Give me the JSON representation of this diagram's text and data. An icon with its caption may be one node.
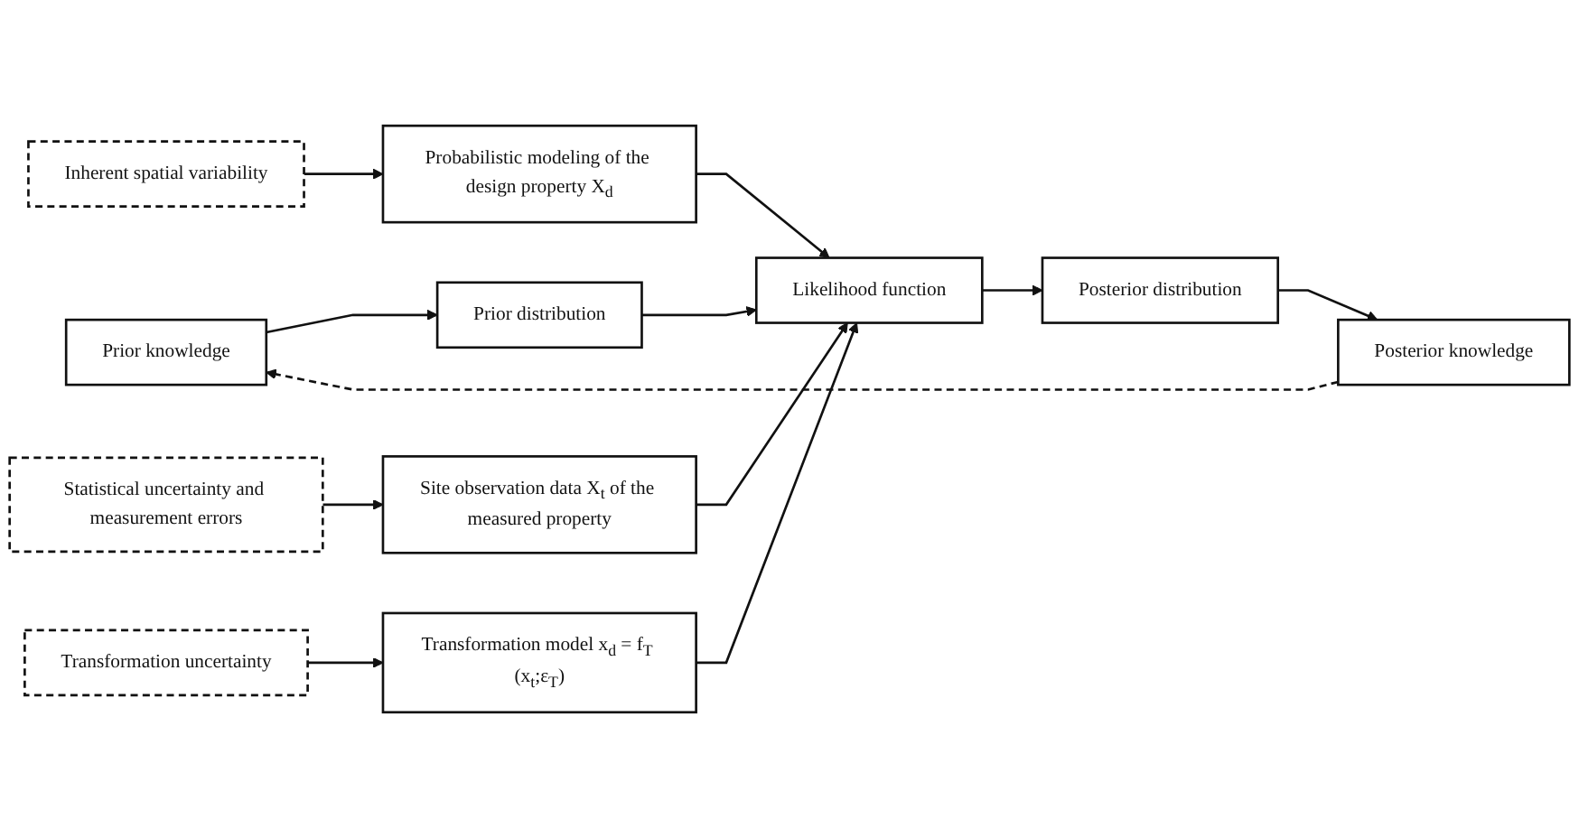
{
  "diagram": {
    "nodes": [
      {
        "text": [
          "Prior knowledge"
        ]
      },
      {
        "text": [
          "Prior distribution"
        ]
      },
      {
        "text": [
          "Likelihood function"
        ]
      },
      {
        "text": [
          "Posterior distribution"
        ]
      },
      {
        "text": [
          "Posterior knowledge"
        ]
      },
      {
        "text": [
          "Probabilistic modeling of the design property X$_{d}$"
        ]
      },
      {
        "text": [
          "Site observation data X$_{t}$ of the measured property"
        ]
      },
      {
        "text": [
          "Transformation model x$_{d}$ = f$_{T}$ (x$_{t}$;ε$_{T}$)"
        ]
      },
      {
        "text": [
          "Inherent spatial variability"
        ]
      },
      {
        "text": [
          "Statistical uncertainty and measurement errors"
        ]
      },
      {
        "text": [
          "Transformation uncertainty"
        ]
      }
    ],
    "edges": [
      {
        "from": 0,
        "to": 1,
        "arrow": "to"
      },
      {
        "from": 1,
        "to": 2,
        "arrow": "to"
      },
      {
        "from": 2,
        "to": 3,
        "arrow": "to"
      },
      {
        "from": 3,
        "to": 4,
        "arrow": "to"
      },
      {
        "from": 4,
        "to": 0,
        "arrow": "to",
        "style": "dashed"
      },
      {
        "from": 5,
        "to": 2,
        "arrow": "to"
      },
      {
        "from": 6,
        "to": 2,
        "arrow": "to"
      },
      {
        "from": 7,
        "to": 2,
        "arrow": "to"
      },
      {
        "from": 8,
        "to": 5,
        "arrow": "to"
      },
      {
        "from": 9,
        "to": 6,
        "arrow": "to"
      },
      {
        "from": 10,
        "to": 7,
        "arrow": "to"
      }
    ]
  }
}
